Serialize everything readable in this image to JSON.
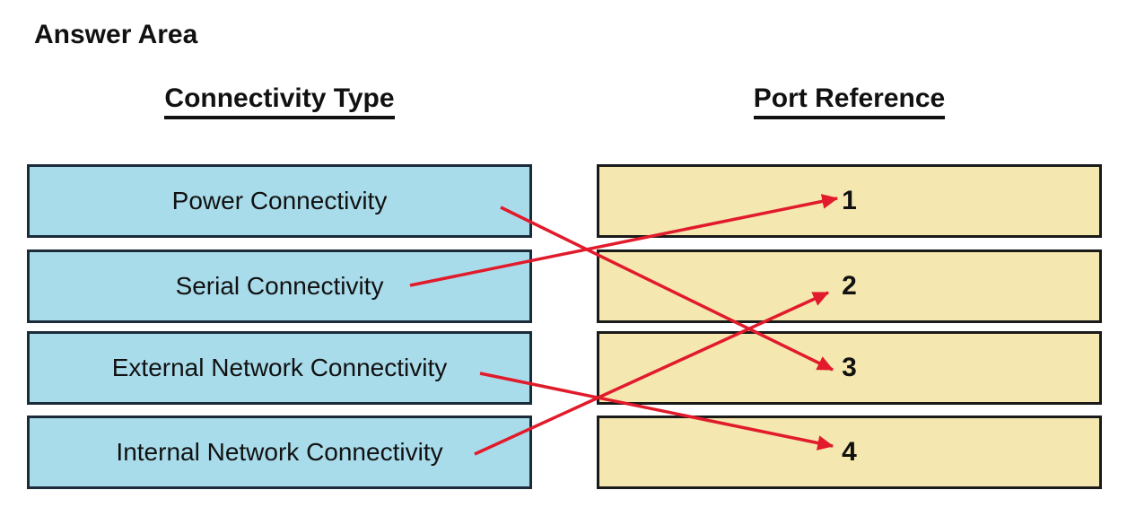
{
  "title": "Answer Area",
  "columns": {
    "left_header": "Connectivity Type",
    "right_header": "Port Reference"
  },
  "connectivity_types": [
    "Power Connectivity",
    "Serial Connectivity",
    "External Network Connectivity",
    "Internal Network Connectivity"
  ],
  "port_references": [
    "1",
    "2",
    "3",
    "4"
  ],
  "connections": [
    {
      "from": "Power Connectivity",
      "to": "3"
    },
    {
      "from": "Serial Connectivity",
      "to": "1"
    },
    {
      "from": "External Network Connectivity",
      "to": "4"
    },
    {
      "from": "Internal Network Connectivity",
      "to": "2"
    }
  ],
  "colors": {
    "left_box_fill": "#A9DCEB",
    "left_box_border": "#1B2B3A",
    "right_box_fill": "#F5E7B0",
    "right_box_border": "#1A1A1A",
    "arrow": "#E11B2B",
    "text": "#111111"
  }
}
